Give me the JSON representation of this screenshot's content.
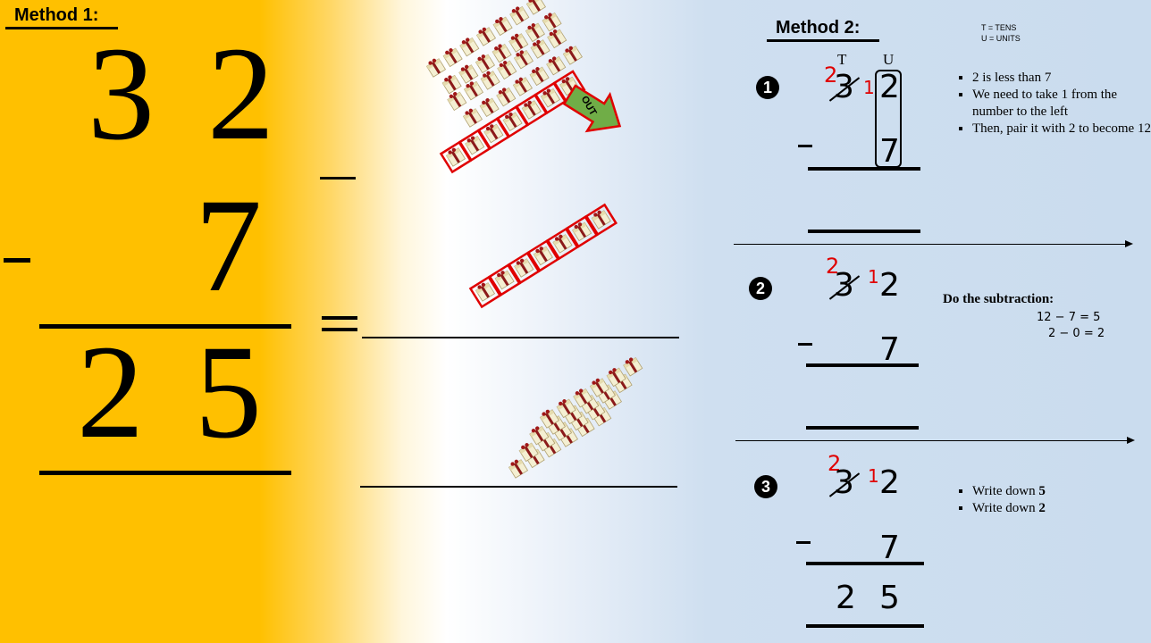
{
  "method1": {
    "title": "Method 1:",
    "top_tens": "3",
    "top_units": "2",
    "subtrahend": "7",
    "minus": "-",
    "result_tens": "2",
    "result_units": "5",
    "small_minus": "_",
    "equals": "="
  },
  "visual": {
    "out_label": "OUT"
  },
  "method2": {
    "title": "Method 2:",
    "legend": [
      "T = TENS",
      "U = UNITS"
    ],
    "col_t": "T",
    "col_u": "U",
    "steps": [
      {
        "badge": "1",
        "tens": "3",
        "units": "2",
        "borrow_tens": "2",
        "borrow_units": "1",
        "minus": "-",
        "subtrahend": "7",
        "notes": [
          "2 is less than 7",
          "We need to take 1 from the number to the left",
          "Then, pair it with 2 to become 12"
        ]
      },
      {
        "badge": "2",
        "tens": "3",
        "units": "2",
        "borrow_tens": "2",
        "borrow_units": "1",
        "minus": "-",
        "subtrahend": "7",
        "notes_title": "Do the subtraction:",
        "eq1": "12 − 7 = 5",
        "eq2": "2 − 0 = 2"
      },
      {
        "badge": "3",
        "tens": "3",
        "units": "2",
        "borrow_tens": "2",
        "borrow_units": "1",
        "minus": "-",
        "subtrahend": "7",
        "result_tens": "2",
        "result_units": "5",
        "notes_prefix": "Write down ",
        "note1_value": "5",
        "note2_value": "2"
      }
    ]
  },
  "colors": {
    "orange": "#ffc000",
    "red": "#e00000",
    "arrow_green": "#70ad47",
    "box_red": "#e00000"
  }
}
